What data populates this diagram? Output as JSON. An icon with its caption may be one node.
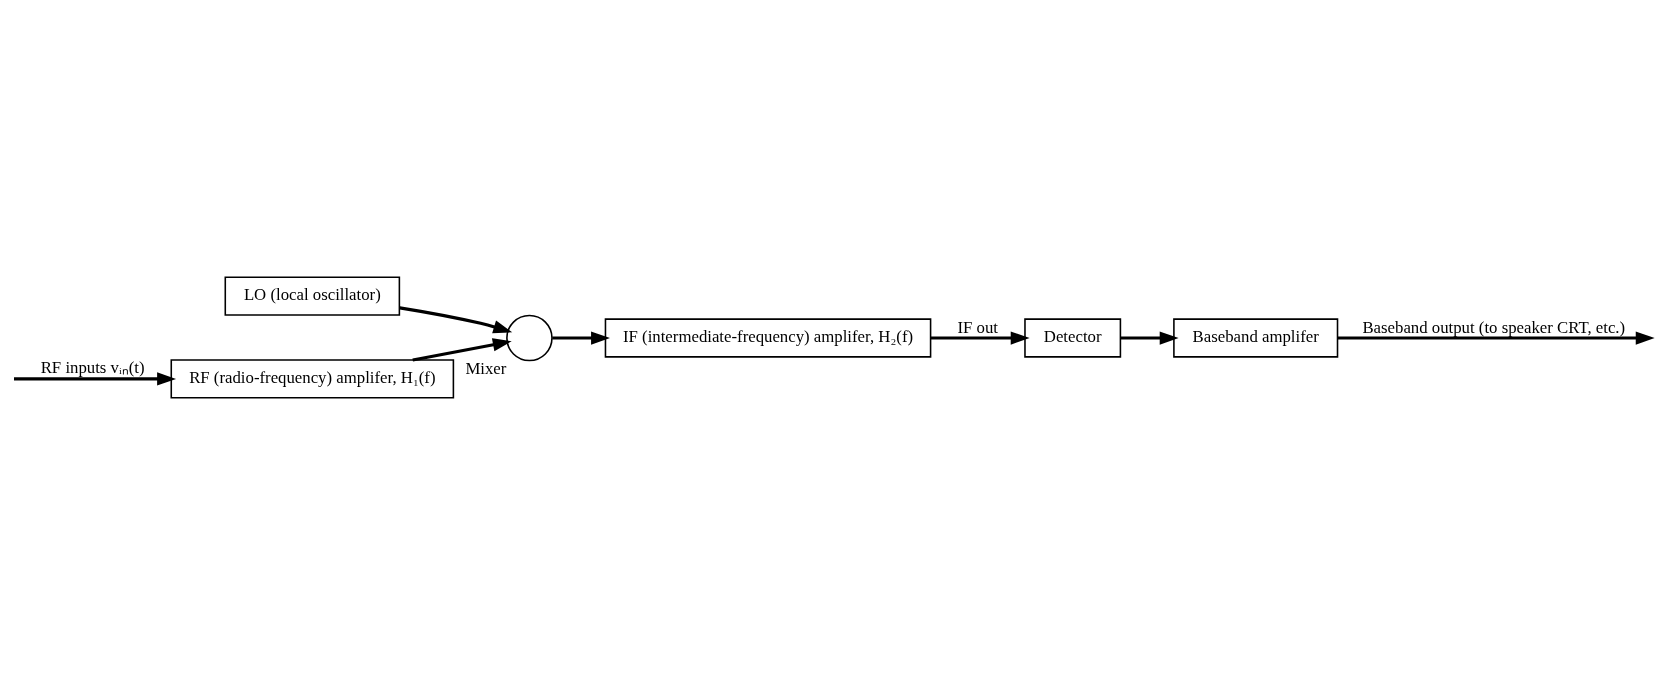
{
  "diagram": {
    "nodes": [
      {
        "text": [
          "RF (radio-frequency) amplifer, H₁(f)"
        ]
      },
      {
        "text": [],
        "shape": "circle",
        "beside": [
          "Mixer"
        ]
      },
      {
        "text": [
          "LO (local oscillator)"
        ]
      },
      {
        "text": [
          "IF (intermediate-frequency) amplifer, H₂(f)"
        ]
      },
      {
        "text": [
          "Detector"
        ]
      },
      {
        "text": [
          "Baseband amplifer"
        ]
      }
    ],
    "edges": [
      {
        "from": null,
        "to": 0,
        "arrow": "to",
        "label": "RF inputs vᵢₙ(t)"
      },
      {
        "from": 0,
        "to": 1,
        "arrow": "to"
      },
      {
        "from": 2,
        "to": 1,
        "arrow": "to"
      },
      {
        "from": 1,
        "to": 3,
        "arrow": "to"
      },
      {
        "from": 3,
        "to": 4,
        "arrow": "to",
        "label": "IF out"
      },
      {
        "from": 4,
        "to": 5,
        "arrow": "to"
      },
      {
        "from": 5,
        "to": null,
        "arrow": "to",
        "label": "Baseband output (to speaker CRT, etc.)"
      }
    ]
  }
}
